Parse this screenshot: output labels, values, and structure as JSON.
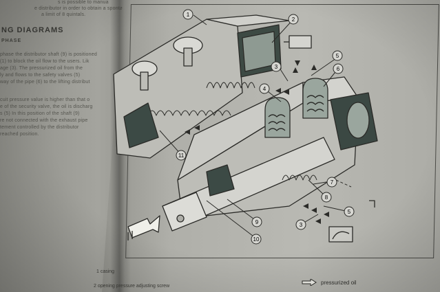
{
  "left_page": {
    "top_lines": [
      "s is possible to manua",
      "e distributor in order to obtain a spontan",
      "a limit of 8 quintals."
    ],
    "heading": "NG DIAGRAMS",
    "subheading": "PHASE",
    "body_lines": [
      "phase the distributor shaft (9) is positioned",
      "(1) to block the oil flow to the users. Lik",
      "age (3). The pressurized oil from the",
      "ly and flows to the safety valves (5)",
      "way of the pipe (6) to the lifting distribut",
      "",
      "cuit pressure value is higher than that o",
      "e of the security valve, the oil is discharg",
      "s (5) In this position of the shaft (9)",
      "re not connected with the exhaust pipe",
      "tement controlled by the distributor",
      "reached position."
    ]
  },
  "diagram": {
    "callouts": [
      "1",
      "2",
      "3",
      "4",
      "5",
      "6",
      "7",
      "8",
      "9",
      "10",
      "11",
      "5",
      "3"
    ]
  },
  "captions": [
    "1 casing",
    "2 opening pressure adjusting screw"
  ],
  "legend": {
    "label": "pressurized oil"
  }
}
